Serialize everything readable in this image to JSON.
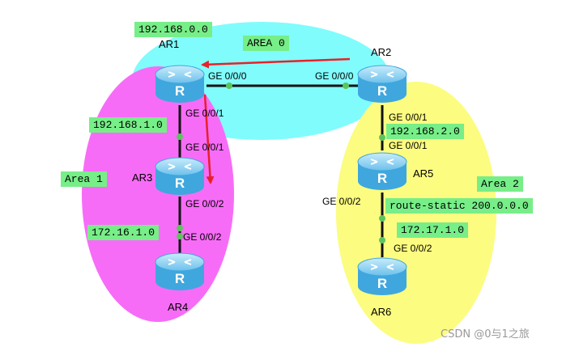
{
  "colors": {
    "area0": "#80fcfc",
    "area1": "#f76cf7",
    "area2": "#fcfc80",
    "label_box": "#77ee88",
    "arrow": "#e8202a",
    "link": "#111111",
    "port_dot": "#5cc45c",
    "router_fill": "#8fd3f4",
    "router_dark": "#3fa7de"
  },
  "areas": {
    "area0": "AREA 0",
    "area1": "Area 1",
    "area2": "Area 2"
  },
  "routers": {
    "ar1": "AR1",
    "ar2": "AR2",
    "ar3": "AR3",
    "ar4": "AR4",
    "ar5": "AR5",
    "ar6": "AR6",
    "icon_letter": "R"
  },
  "networks": {
    "net_0": "192.168.0.0",
    "net_1": "192.168.1.0",
    "net_2": "192.168.2.0",
    "net_16": "172.16.1.0",
    "net_17": "172.17.1.0",
    "static_route": "route-static 200.0.0.0"
  },
  "ports": {
    "ar1_g000": "GE 0/0/0",
    "ar2_g000": "GE 0/0/0",
    "ar1_g001": "GE 0/0/1",
    "ar3_g001": "GE 0/0/1",
    "ar3_g002": "GE 0/0/2",
    "ar4_g002": "GE 0/0/2",
    "ar2_g001": "GE 0/0/1",
    "ar5_g001": "GE 0/0/1",
    "ar5_g002": "GE 0/0/2",
    "ar6_g002": "GE 0/0/2"
  },
  "watermark": "CSDN @0与1之旅"
}
